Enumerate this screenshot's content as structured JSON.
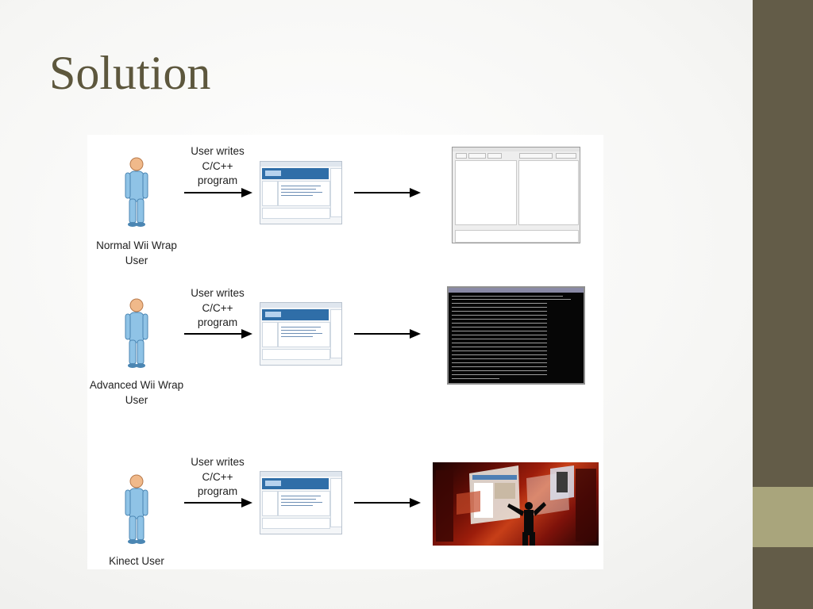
{
  "slide": {
    "title": "Solution",
    "colors": {
      "sidebar": "#635c48",
      "sidebar_accent": "#a9a57c",
      "title": "#5d573d"
    }
  },
  "diagram": {
    "rows": [
      {
        "user_label": "Normal Wii Wrap User",
        "user_label_lines": [
          "Normal Wii Wrap",
          "User"
        ],
        "action_lines": [
          "User writes",
          "C/C++",
          "program"
        ],
        "result": "gui-window-screenshot"
      },
      {
        "user_label": "Advanced Wii Wrap User",
        "user_label_lines": [
          "Advanced Wii Wrap",
          "User"
        ],
        "action_lines": [
          "User writes",
          "C/C++",
          "program"
        ],
        "result": "console-output-screenshot"
      },
      {
        "user_label": "Kinect User",
        "user_label_lines": [
          "Kinect User"
        ],
        "action_lines": [
          "User writes",
          "C/C++",
          "program"
        ],
        "result": "kinect-interface-image"
      }
    ]
  }
}
